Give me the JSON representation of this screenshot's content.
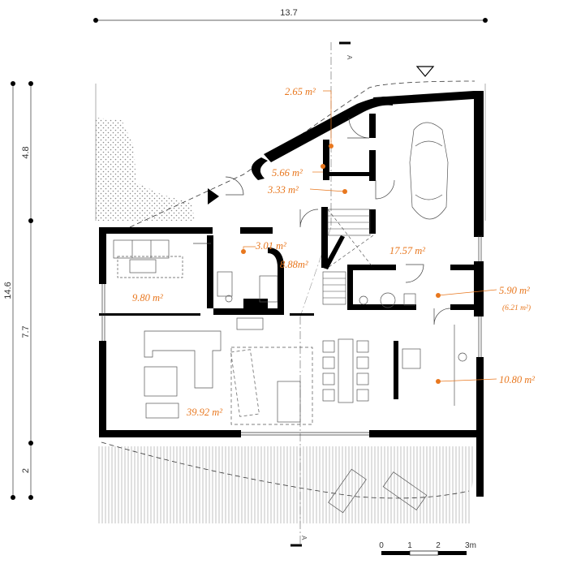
{
  "dimensions": {
    "top_width": "13.7",
    "total_height": "14.6",
    "height_top": "4.8",
    "height_middle": "7.7",
    "height_bottom": "2"
  },
  "section_marker": {
    "label": "A"
  },
  "scale_bar": {
    "ticks": [
      "0",
      "1",
      "2",
      "3m"
    ]
  },
  "rooms": [
    {
      "area": "2.65 m²"
    },
    {
      "area": "5.66 m²"
    },
    {
      "area": "3.33 m²"
    },
    {
      "area": "3.01 m²"
    },
    {
      "area": "8.88m²"
    },
    {
      "area": "9.80 m²"
    },
    {
      "area": "17.57 m²"
    },
    {
      "area": "5.90 m²",
      "sub": "(6.21 m²)"
    },
    {
      "area": "10.80 m²"
    },
    {
      "area": "39.92 m²"
    }
  ],
  "colors": {
    "wall": "#000000",
    "annotation": "#e8771e",
    "line": "#444444"
  }
}
